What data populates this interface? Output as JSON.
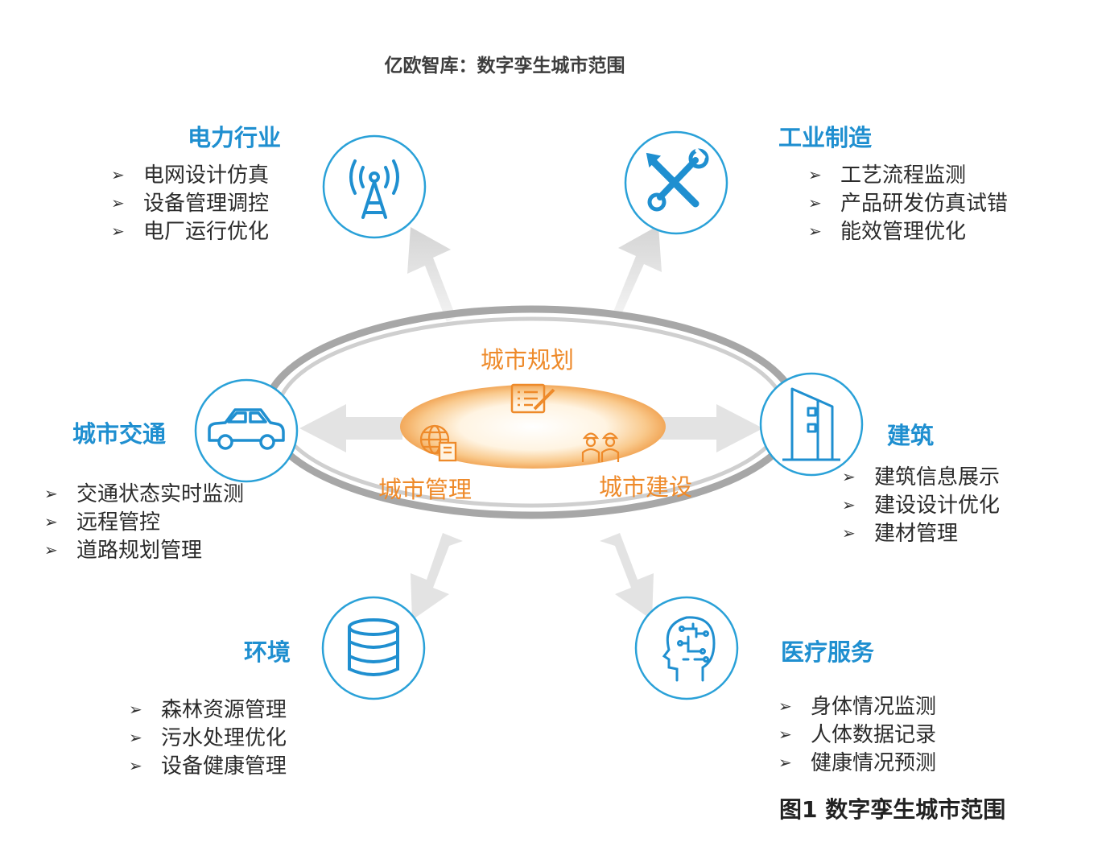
{
  "title": "亿欧智库：数字孪生城市范围",
  "core": {
    "planning": "城市规划",
    "management": "城市管理",
    "construction": "城市建设"
  },
  "sectors": {
    "power": {
      "title": "电力行业",
      "icon": "antenna-tower-icon",
      "items": [
        "电网设计仿真",
        "设备管理调控",
        "电厂运行优化"
      ]
    },
    "industry": {
      "title": "工业制造",
      "icon": "wrench-screwdriver-icon",
      "items": [
        "工艺流程监测",
        "产品研发仿真试错",
        "能效管理优化"
      ]
    },
    "traffic": {
      "title": "城市交通",
      "icon": "car-icon",
      "items": [
        "交通状态实时监测",
        "远程管控",
        "道路规划管理"
      ]
    },
    "building": {
      "title": "建筑",
      "icon": "building-icon",
      "items": [
        "建筑信息展示",
        "建设设计优化",
        "建材管理"
      ]
    },
    "environment": {
      "title": "环境",
      "icon": "database-icon",
      "items": [
        "森林资源管理",
        "污水处理优化",
        "设备健康管理"
      ]
    },
    "medical": {
      "title": "医疗服务",
      "icon": "ai-head-icon",
      "items": [
        "身体情况监测",
        "人体数据记录",
        "健康情况预测"
      ]
    }
  },
  "bullet": "➢",
  "caption": "图1  数字孪生城市范围",
  "colors": {
    "accent": "#1f8fd0",
    "orange": "#ee8a2a",
    "ring": "#a8a8a8",
    "arrow": "#dedede"
  }
}
